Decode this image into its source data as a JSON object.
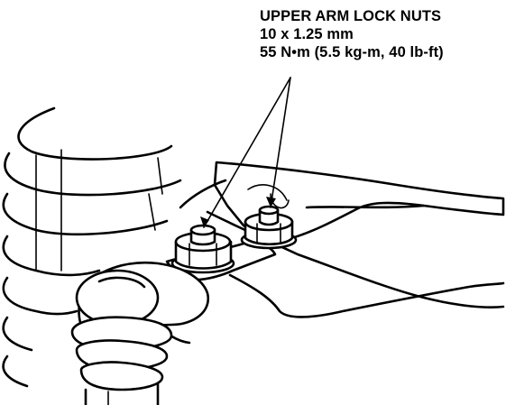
{
  "callout": {
    "title": "UPPER ARM LOCK NUTS",
    "size": "10 x 1.25 mm",
    "torque": "55 N•m (5.5 kg-m, 40 lb-ft)"
  },
  "colors": {
    "ink": "#000000",
    "paper": "#ffffff"
  }
}
